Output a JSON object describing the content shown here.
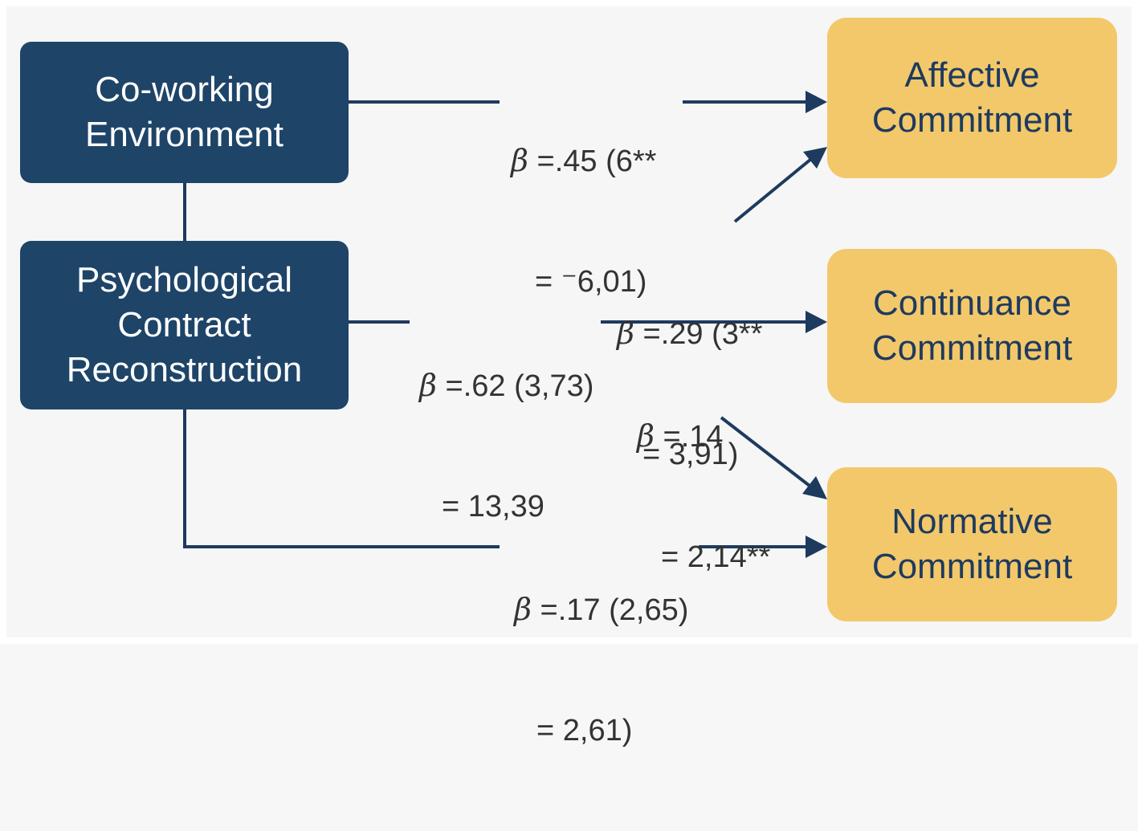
{
  "nodes": {
    "coworking": {
      "line1": "Co-working",
      "line2": "Environment"
    },
    "psych": {
      "line1": "Psychological",
      "line2": "Contract",
      "line3": "Reconstruction"
    },
    "affective": {
      "line1": "Affective",
      "line2": "Commitment"
    },
    "continuance": {
      "line1": "Continuance",
      "line2": "Commitment"
    },
    "normative": {
      "line1": "Normative",
      "line2": "Commitment"
    }
  },
  "paths": {
    "coworking_affective": {
      "beta": "β",
      "line1": " =.45 (6**",
      "line2": "= ⁻6,01)"
    },
    "psych_affective": {
      "beta": "β",
      "line1": " =.29 (3**",
      "line2": "= 3,91)"
    },
    "psych_continuance": {
      "beta": "β",
      "line1": " =.62 (3,73)",
      "line2": "= 13,39"
    },
    "psych_normative_diag": {
      "beta": "β",
      "line1": " =.14",
      "line2": "= 2,14**"
    },
    "psych_normative": {
      "beta": "β",
      "line1": " =.17 (2,65)",
      "line2": "= 2,61)"
    }
  },
  "colors": {
    "predictor_fill": "#1e4468",
    "outcome_fill": "#f2c86a",
    "arrow": "#1e3a5f"
  }
}
